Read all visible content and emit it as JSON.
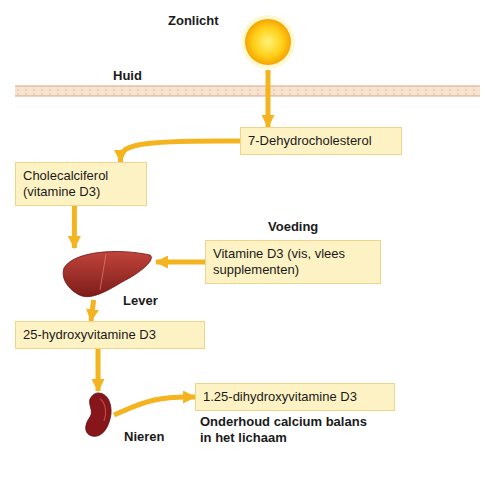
{
  "diagram": {
    "nodes": [
      {
        "text": [
          "Zonlicht"
        ]
      },
      {
        "text": [
          "7-Dehydrocholesterol"
        ]
      },
      {
        "text": [
          "Cholecalciferol (vitamine D3)"
        ]
      },
      {
        "text": [
          "Voeding",
          "Vitamine D3 (vis, vlees supplementen)"
        ]
      },
      {
        "text": [
          "Lever"
        ]
      },
      {
        "text": [
          "25-hydroxyvitamine D3"
        ]
      },
      {
        "text": [
          "Nieren"
        ]
      },
      {
        "text": [
          "1.25-dihydroxyvitamine D3"
        ]
      }
    ],
    "edges": [
      {
        "from": 0,
        "to": 1,
        "arrow": "to"
      },
      {
        "from": 1,
        "to": 2,
        "arrow": "to"
      },
      {
        "from": 2,
        "to": 4,
        "arrow": "to"
      },
      {
        "from": 3,
        "to": 4,
        "arrow": "to"
      },
      {
        "from": 4,
        "to": 5,
        "arrow": "to"
      },
      {
        "from": 5,
        "to": 6,
        "arrow": "to"
      },
      {
        "from": 6,
        "to": 7,
        "arrow": "to"
      }
    ],
    "labels": [
      "Huid",
      "Onderhoud calcium balans in het lichaam"
    ]
  }
}
